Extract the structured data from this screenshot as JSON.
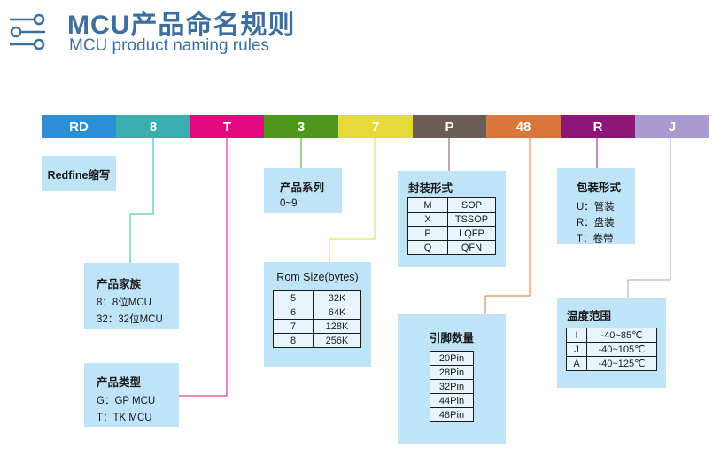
{
  "header": {
    "title_cn": "MCU产品命名规则",
    "title_en": "MCU product naming rules",
    "logo_icon": "sliders-icon"
  },
  "code_bar": {
    "segments": [
      {
        "label": "RD",
        "color": "#2b8fd6"
      },
      {
        "label": "8",
        "color": "#3bafb0"
      },
      {
        "label": "T",
        "color": "#e5087f"
      },
      {
        "label": "3",
        "color": "#4f961f"
      },
      {
        "label": "7",
        "color": "#e6d93a"
      },
      {
        "label": "P",
        "color": "#6b5e55"
      },
      {
        "label": "48",
        "color": "#d9763b"
      },
      {
        "label": "R",
        "color": "#8c1779"
      },
      {
        "label": "J",
        "color": "#a99bd2"
      }
    ]
  },
  "boxes": {
    "redfine": {
      "title": "Redfine缩写"
    },
    "family": {
      "title": "产品家族",
      "lines": [
        "8：8位MCU",
        "32：32位MCU"
      ]
    },
    "type": {
      "title": "产品类型",
      "lines": [
        "G：GP MCU",
        "T：TK MCU"
      ]
    },
    "series": {
      "title": "产品系列",
      "lines": [
        "0~9"
      ]
    },
    "rom": {
      "title": "Rom Size(bytes)",
      "rows": [
        [
          "5",
          "32K"
        ],
        [
          "6",
          "64K"
        ],
        [
          "7",
          "128K"
        ],
        [
          "8",
          "256K"
        ]
      ]
    },
    "package": {
      "title": "封装形式",
      "rows": [
        [
          "M",
          "SOP"
        ],
        [
          "X",
          "TSSOP"
        ],
        [
          "P",
          "LQFP"
        ],
        [
          "Q",
          "QFN"
        ]
      ]
    },
    "pins": {
      "title": "引脚数量",
      "rows": [
        "20Pin",
        "28Pin",
        "32Pin",
        "44Pin",
        "48Pin"
      ]
    },
    "packing": {
      "title": "包装形式",
      "lines": [
        "U：管装",
        "R：盘装",
        "T：卷带"
      ]
    },
    "temp": {
      "title": "温度范围",
      "rows": [
        [
          "I",
          "-40~85℃"
        ],
        [
          "J",
          "-40~105℃"
        ],
        [
          "A",
          "-40~125℃"
        ]
      ]
    }
  },
  "connector_colors": {
    "family": "#3bafb0",
    "type": "#e5087f",
    "series": "#4f961f",
    "rom": "#e6d93a",
    "package": "#6b5e55",
    "pins": "#d9763b",
    "packing": "#8c1779",
    "temp": "#a99bd2"
  }
}
